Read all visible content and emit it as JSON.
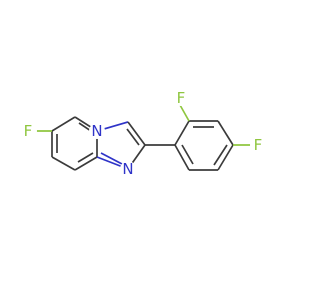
{
  "molecule": {
    "atoms": {
      "fluorine_left": "F",
      "nitrogen_bridge": "N",
      "nitrogen_imine": "N",
      "fluorine_ortho": "F",
      "fluorine_para": "F"
    },
    "colors": {
      "bond": "#3b3b3b",
      "nitrogen": "#2f34c8",
      "fluorine": "#8fc63f",
      "background": "#ffffff"
    }
  }
}
